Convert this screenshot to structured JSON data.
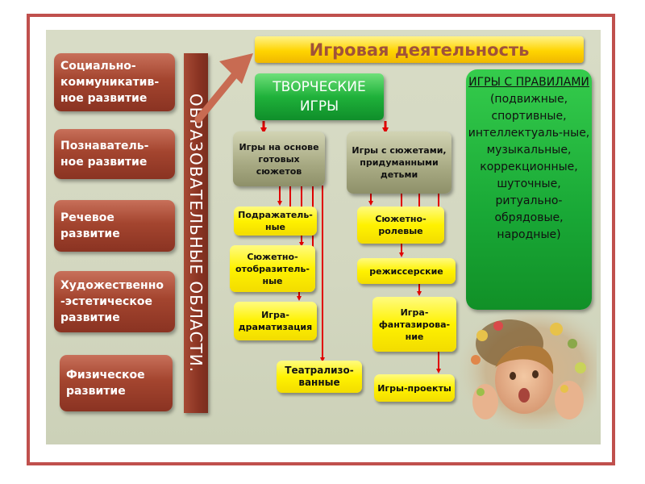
{
  "diagram": {
    "areas": [
      "Социально-коммуникатив-ное развитие",
      "Познаватель-ное развитие",
      "Речевое развитие",
      "Художественно -эстетическое развитие",
      "Физическое развитие"
    ],
    "vertical_label": "ОБРАЗОВАТЕЛЬНЫЕ  ОБЛАСТИ.",
    "main_title": "Игровая деятельность",
    "creative_games": "ТВОРЧЕСКИЕ ИГРЫ",
    "ready_plots": "Игры на основе готовых сюжетов",
    "child_plots": "Игры с сюжетами, придуманными детьми",
    "left_branch": [
      "Подражатель-ные",
      "Сюжетно-отобразитель-ные",
      "Игра-драматизация",
      "Театрализо-ванные"
    ],
    "right_branch": [
      "Сюжетно-ролевые",
      "режиссерские",
      "Игра-фантазирова-ние",
      "Игры-проекты"
    ],
    "rules_title": "ИГРЫ С ПРАВИЛАМИ",
    "rules_list": "(подвижные, спортивные, интеллектуаль-ные, музыкальные, коррекционные, шуточные, ритуально-обрядовые, народные)"
  },
  "colors": {
    "frame": "#c0504d",
    "brown_box": "#9c402b",
    "banner": "#ffd400",
    "banner_text": "#a0523a",
    "green": "#1fb13a",
    "yellow": "#fff200",
    "arrow_red": "#e00000",
    "big_arrow": "#c86b52"
  },
  "illustration": {
    "photo": "child-with-flowers-photo"
  }
}
